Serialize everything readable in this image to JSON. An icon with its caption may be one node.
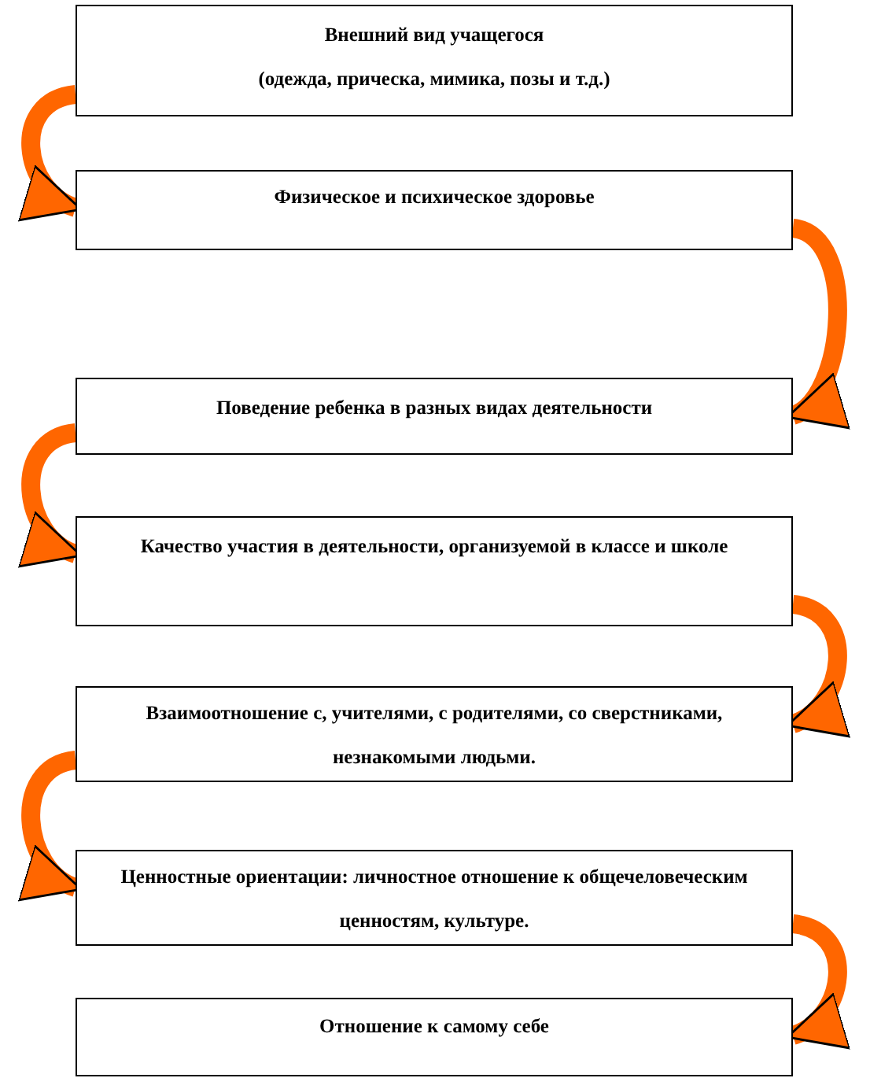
{
  "diagram": {
    "nodes": [
      {
        "text": [
          "Внешний вид учащегося",
          "(одежда, прическа, мимика, позы  и т.д.)"
        ]
      },
      {
        "text": [
          "Физическое и психическое здоровье"
        ]
      },
      {
        "text": [
          "Поведение ребенка  в разных видах деятельности"
        ]
      },
      {
        "text": [
          "Качество участия в деятельности, организуемой в классе и школе"
        ]
      },
      {
        "text": [
          "Взаимоотношение с, учителями, с родителями, со сверстниками, незнакомыми людьми."
        ]
      },
      {
        "text": [
          "Ценностные ориентации: личностное отношение к общечеловеческим ценностям, культуре."
        ]
      },
      {
        "text": [
          "Отношение к самому себе"
        ]
      }
    ],
    "edges": [
      {
        "from": 0,
        "to": 1,
        "arrow": "to"
      },
      {
        "from": 1,
        "to": 2,
        "arrow": "to"
      },
      {
        "from": 2,
        "to": 3,
        "arrow": "to"
      },
      {
        "from": 3,
        "to": 4,
        "arrow": "to"
      },
      {
        "from": 4,
        "to": 5,
        "arrow": "to"
      },
      {
        "from": 5,
        "to": 6,
        "arrow": "to"
      }
    ]
  }
}
